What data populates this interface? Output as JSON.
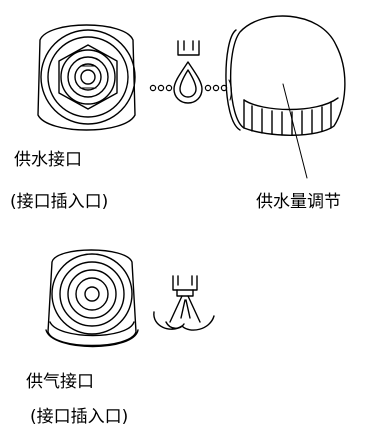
{
  "labels": {
    "water_inlet": "供水接口",
    "water_inlet_note": "(接口插入口)",
    "water_volume_knob": "供水量调节",
    "air_inlet": "供气接口",
    "air_inlet_note": "(接口插入口)"
  },
  "icons": {
    "water_symbol": "water-drop-icon",
    "air_symbol": "air-spray-icon"
  },
  "colors": {
    "line": "#000000",
    "background": "#ffffff"
  }
}
